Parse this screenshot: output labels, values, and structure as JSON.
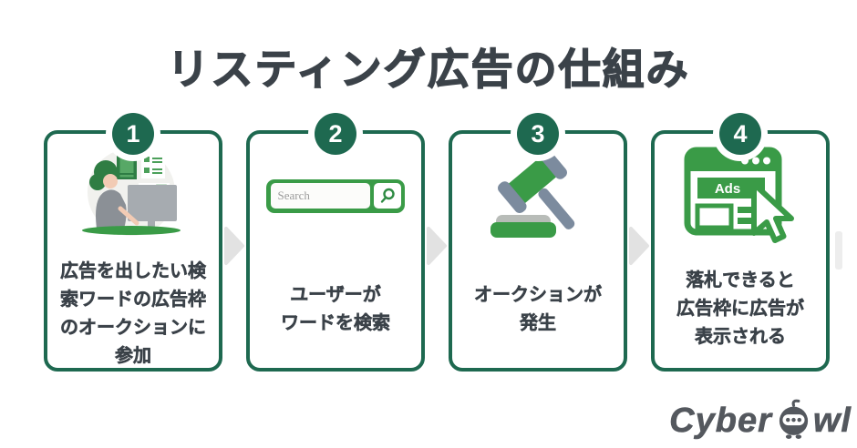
{
  "title": "リスティング広告の仕組み",
  "steps": [
    {
      "number": "1",
      "icon": "woman-at-computer-illustration",
      "text": "広告を出したい検\n索ワードの広告枠\nのオークションに\n参加"
    },
    {
      "number": "2",
      "icon": "search-bar-illustration",
      "search_placeholder": "Search",
      "text": "ユーザーが\nワードを検索"
    },
    {
      "number": "3",
      "icon": "auction-gavel-icon",
      "text": "オークションが\n発生"
    },
    {
      "number": "4",
      "icon": "browser-ad-cursor-icon",
      "ad_label": "Ads",
      "text": "落札できると\n広告枠に広告が\n表示される"
    }
  ],
  "arrows": {
    "between_steps": "arrow-right-icon",
    "trailing_partial_arrow": true
  },
  "logo": {
    "text_before_icon": "Cyber",
    "icon": "owl-icon",
    "text_after_icon": "wl"
  },
  "colors": {
    "dark_green": "#1e6950",
    "mid_green": "#3a9b47",
    "charcoal": "#3b4249",
    "arrow_gray": "#e2e2e2",
    "logo_gray": "#54585e"
  }
}
